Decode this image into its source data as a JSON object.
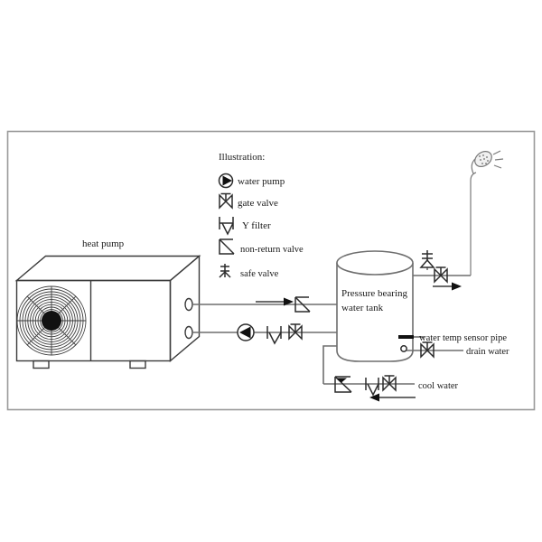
{
  "diagram": {
    "title_hidden": "",
    "legend": {
      "heading": "Illustration:",
      "items": [
        {
          "symbol": "water-pump-icon",
          "label": "water  pump"
        },
        {
          "symbol": "gate-valve-icon",
          "label": "gate  valve"
        },
        {
          "symbol": "y-filter-icon",
          "label": "Y filter"
        },
        {
          "symbol": "non-return-valve-icon",
          "label": "non-return valve"
        },
        {
          "symbol": "safe-valve-icon",
          "label": "safe valve"
        }
      ]
    },
    "labels": {
      "heat_pump": "heat  pump",
      "tank_line1": "Pressure  bearing",
      "tank_line2": "water  tank",
      "water_temp_sensor_pipe": "water temp sensor pipe",
      "drain_water": "drain  water",
      "cool_water": "cool  water"
    },
    "components": {
      "heat_pump": "heat-pump-unit",
      "fan": "fan-grille",
      "tank": "pressure-bearing-water-tank",
      "shower": "shower-head",
      "pump": "water-pump",
      "safe_valve": "safe-valve",
      "sensor_pipe": "water-temp-sensor-pipe",
      "drain_port": "drain-port"
    },
    "flow_arrows": [
      {
        "name": "hot-water-out-arrow",
        "direction": "right"
      },
      {
        "name": "return-to-tank-arrow",
        "direction": "right"
      },
      {
        "name": "cool-water-in-arrow",
        "direction": "left"
      }
    ],
    "colors": {
      "line": "#6e6e6e",
      "symbol": "#2b2b2b",
      "frame": "#9a9a9a",
      "text": "#1a1a1a",
      "background": "#ffffff"
    }
  }
}
